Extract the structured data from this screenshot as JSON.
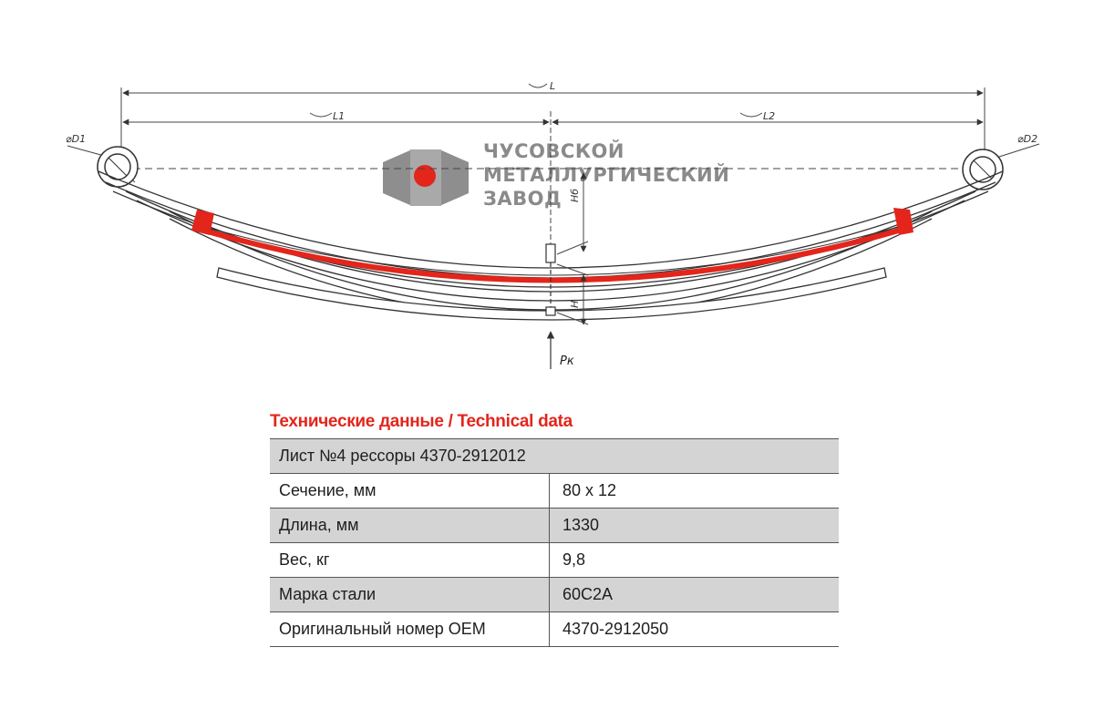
{
  "logo": {
    "lines": [
      "ЧУСОВСКОЙ",
      "МЕТАЛЛУРГИЧЕСКИЙ",
      "ЗАВОД"
    ],
    "colors": {
      "gray": "#8a8a8a",
      "red": "#e3251b"
    }
  },
  "drawing": {
    "labels": {
      "length_total": "L",
      "length_left": "L1",
      "length_right": "L2",
      "eye_left": "⌀D1",
      "eye_right": "⌀D2",
      "height_free": "Hб",
      "height_load": "H",
      "load": "Pк"
    },
    "colors": {
      "highlight_leaf": "#e3251b",
      "line": "#333333"
    }
  },
  "spec": {
    "title": "Технические данные / Technical data",
    "header": "Лист №4 рессоры 4370-2912012",
    "rows": [
      {
        "label": "Сечение, мм",
        "value": "80 x 12"
      },
      {
        "label": "Длина, мм",
        "value": "1330"
      },
      {
        "label": "Вес, кг",
        "value": "9,8"
      },
      {
        "label": "Марка стали",
        "value": "60С2А"
      },
      {
        "label": "Оригинальный номер OEM",
        "value": "4370-2912050"
      }
    ]
  }
}
